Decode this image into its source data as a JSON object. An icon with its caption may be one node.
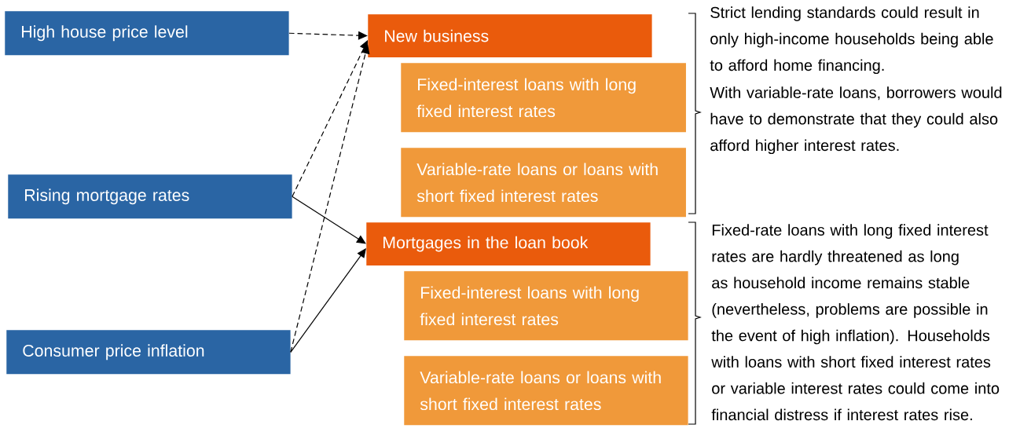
{
  "diagram": {
    "nodes": [
      {
        "text": [
          "High house price level"
        ]
      },
      {
        "text": [
          "Rising mortgage rates"
        ]
      },
      {
        "text": [
          "Consumer price inflation"
        ]
      },
      {
        "text": [
          "New business"
        ]
      },
      {
        "text": [
          "Fixed-interest loans with long fixed interest rates"
        ]
      },
      {
        "text": [
          "Variable-rate loans or loans with short fixed interest rates"
        ]
      },
      {
        "text": [
          "Mortgages in the loan book"
        ]
      },
      {
        "text": [
          "Fixed-interest loans with long fixed interest rates"
        ]
      },
      {
        "text": [
          "Variable-rate loans or loans with short fixed interest rates"
        ]
      }
    ],
    "edges": [
      {
        "from": 0,
        "to": 3,
        "arrow": "to",
        "style": "dashed"
      },
      {
        "from": 1,
        "to": 3,
        "arrow": "to",
        "style": "dashed"
      },
      {
        "from": 1,
        "to": 6,
        "arrow": "to"
      },
      {
        "from": 2,
        "to": 3,
        "arrow": "to",
        "style": "dashed"
      },
      {
        "from": 2,
        "to": 6,
        "arrow": "to"
      }
    ],
    "labels": [
      "Strict lending standards could result in only high-income households being able to afford home financing.",
      "With variable-rate loans, borrowers would have to demonstrate that they could also afford higher interest rates.",
      "Fixed-rate loans with long fixed interest rates are hardly threatened as long as household income remains stable (nevertheless, problems are possible in the event of high inflation). Households with loans with short fixed interest rates or variable interest rates could come into financial distress if interest rates rise."
    ]
  }
}
